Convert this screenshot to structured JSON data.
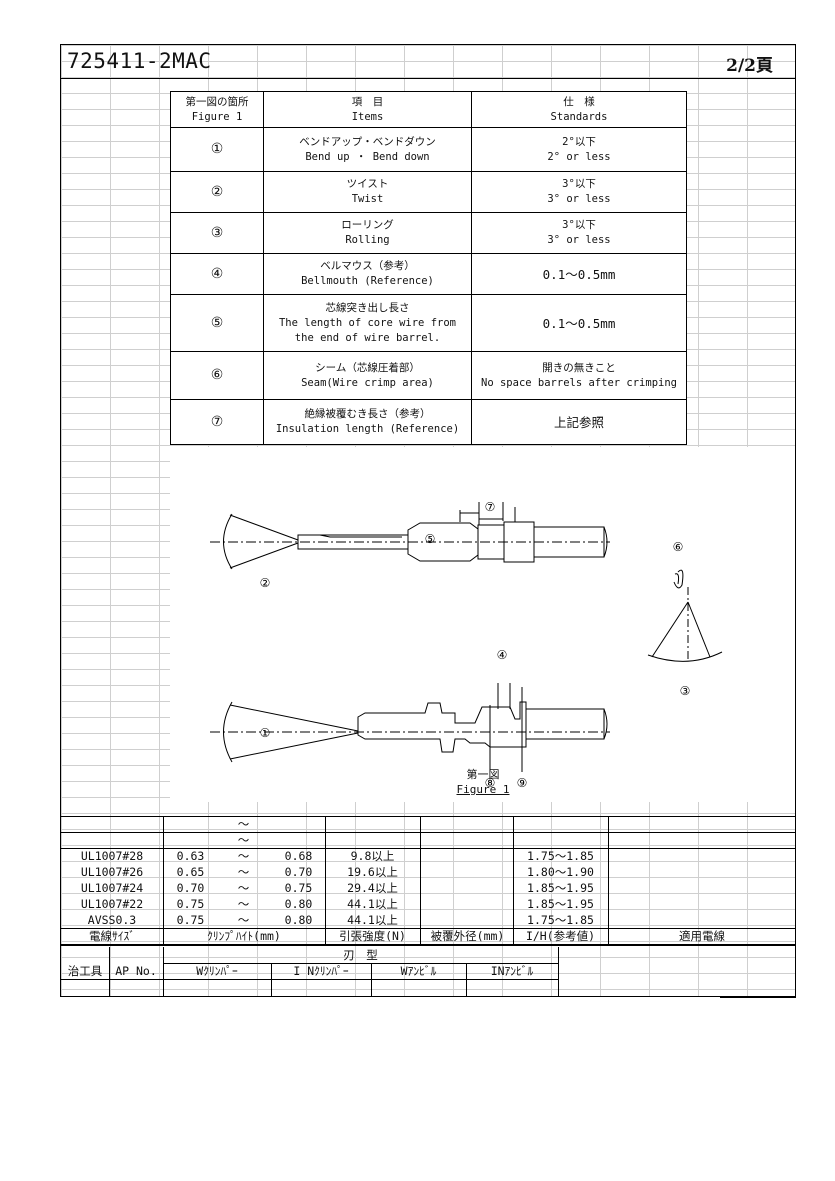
{
  "header": {
    "title": "725411-2MAC",
    "page": "2/2頁"
  },
  "spec_table": {
    "headers": [
      {
        "jp": "第一図の箇所",
        "en": "Figure 1"
      },
      {
        "jp": "項　目",
        "en": "Items"
      },
      {
        "jp": "仕　様",
        "en": "Standards"
      }
    ],
    "rows": [
      {
        "mark": "①",
        "item_jp": "ベンドアップ・ベンドダウン",
        "item_en": "Bend up ・ Bend down",
        "std_jp": "2°以下",
        "std_en": "2° or less"
      },
      {
        "mark": "②",
        "item_jp": "ツイスト",
        "item_en": "Twist",
        "std_jp": "3°以下",
        "std_en": "3° or less"
      },
      {
        "mark": "③",
        "item_jp": "ローリング",
        "item_en": "Rolling",
        "std_jp": "3°以下",
        "std_en": "3° or less"
      },
      {
        "mark": "④",
        "item_jp": "ベルマウス（参考）",
        "item_en": "Bellmouth (Reference)",
        "std_jp": "0.1～0.5mm",
        "std_en": ""
      },
      {
        "mark": "⑤",
        "item_jp": "芯線突き出し長さ",
        "item_en": "The length of core wire from",
        "item_en2": "the end of wire barrel.",
        "std_jp": "0.1～0.5mm",
        "std_en": ""
      },
      {
        "mark": "⑥",
        "item_jp": "シーム（芯線圧着部）",
        "item_en": "Seam(Wire crimp area)",
        "std_jp": "開きの無きこと",
        "std_en": "No space barrels after crimping"
      },
      {
        "mark": "⑦",
        "item_jp": "絶縁被覆むき長さ（参考）",
        "item_en": "Insulation length (Reference)",
        "std_jp": "上記参照",
        "std_en": ""
      }
    ]
  },
  "figure": {
    "labels": [
      "①",
      "②",
      "③",
      "④",
      "⑤",
      "⑥",
      "⑦",
      "⑧",
      "⑨"
    ],
    "caption_jp": "第一図",
    "caption_en": "Figure 1"
  },
  "wire_table": {
    "blank_rows": [
      {
        "tilde": "～"
      },
      {
        "tilde": "～"
      }
    ],
    "rows": [
      {
        "wire": "UL1007#28",
        "min": "0.63",
        "tilde": "～",
        "max": "0.68",
        "strength": "9.8以上",
        "ih": "1.75～1.85"
      },
      {
        "wire": "UL1007#26",
        "min": "0.65",
        "tilde": "～",
        "max": "0.70",
        "strength": "19.6以上",
        "ih": "1.80～1.90"
      },
      {
        "wire": "UL1007#24",
        "min": "0.70",
        "tilde": "～",
        "max": "0.75",
        "strength": "29.4以上",
        "ih": "1.85～1.95"
      },
      {
        "wire": "UL1007#22",
        "min": "0.75",
        "tilde": "～",
        "max": "0.80",
        "strength": "44.1以上",
        "ih": "1.85～1.95"
      },
      {
        "wire": "AVSS0.3",
        "min": "0.75",
        "tilde": "～",
        "max": "0.80",
        "strength": "44.1以上",
        "ih": "1.75～1.85"
      }
    ],
    "headers": {
      "wire_size": "電線ｻｲｽﾞ",
      "crimp_height": "ｸﾘﾝﾌﾟﾊｲﾄ(mm)",
      "tensile": "引張強度(N)",
      "outer_dia": "被覆外径(mm)",
      "ih": "I/H(参考値)",
      "applicable": "適用電線"
    }
  },
  "tool_table": {
    "blade_label": "刃　型",
    "headers": [
      "治工具",
      "AP No.",
      "Wｸﾘﾝﾊﾟｰ",
      "I Nｸﾘﾝﾊﾟｰ",
      "Wｱﾝﾋﾞﾙ",
      "INｱﾝﾋﾞﾙ"
    ]
  }
}
